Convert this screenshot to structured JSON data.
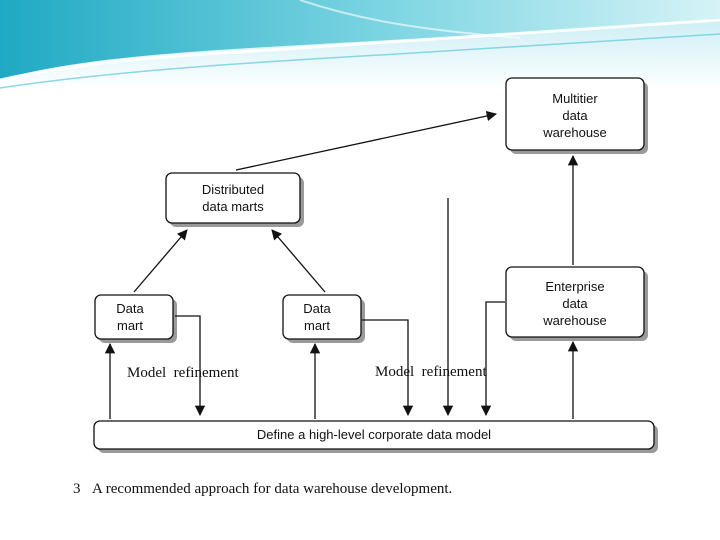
{
  "diagram": {
    "nodes": {
      "multitier": [
        "Multitier",
        "data",
        "warehouse"
      ],
      "distributed": [
        "Distributed",
        "data marts"
      ],
      "data_mart_left": [
        "Data",
        "mart"
      ],
      "data_mart_right": [
        "Data",
        "mart"
      ],
      "enterprise": [
        "Enterprise",
        "data",
        "warehouse"
      ],
      "corporate_model": "Define a high-level corporate data model"
    },
    "labels": {
      "refinement_left": "Model  refinement",
      "refinement_right": "Model  refinement"
    },
    "caption_marker": "3",
    "caption": "A recommended approach for data warehouse development."
  },
  "colors": {
    "banner_light": "#d6f3f7",
    "banner_mid": "#7fd6e3",
    "banner_dark": "#1fa9c4",
    "box_shadow": "#9a9a9a"
  }
}
